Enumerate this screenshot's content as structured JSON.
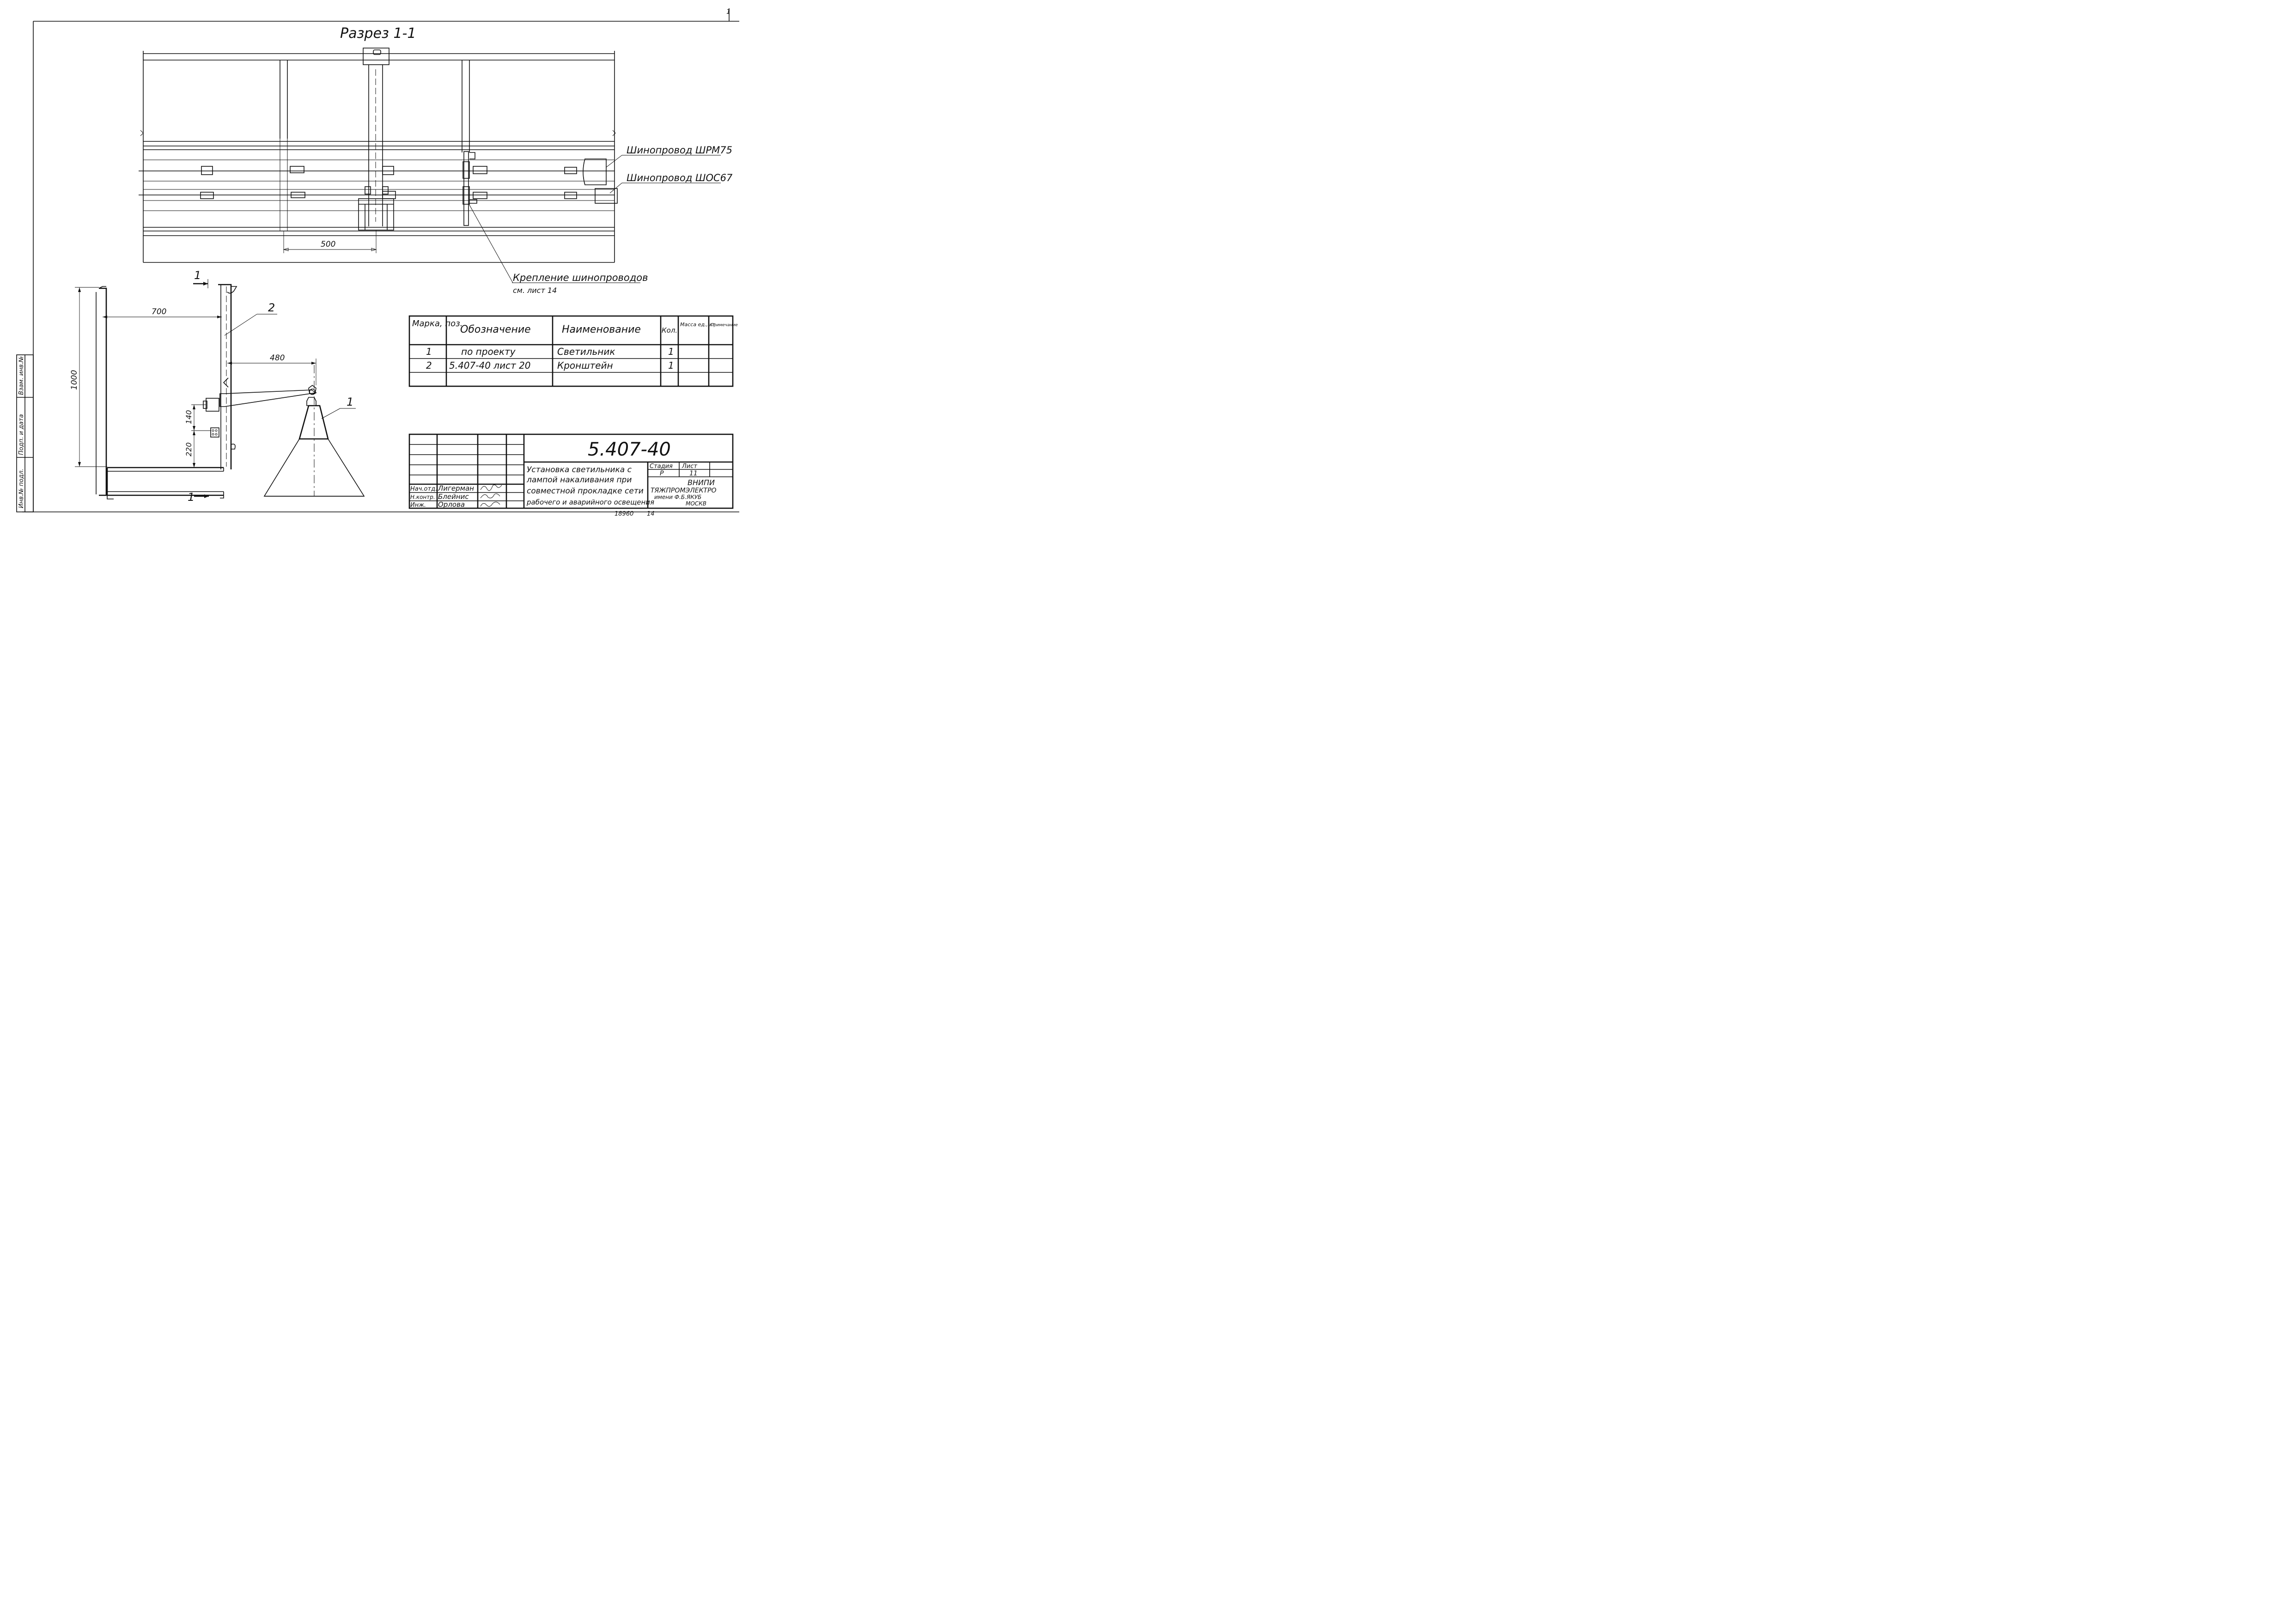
{
  "sheet": {
    "section_title": "Разрез 1-1",
    "corner_mark": "1"
  },
  "section_view": {
    "dimension_500": "500",
    "label_bus_rm": "Шинопровод ШРМ75",
    "label_bus_os": "Шинопровод ШОС67",
    "label_fastening": "Крепление шинопроводов",
    "label_fastening_ref": "см. лист 14"
  },
  "side_view": {
    "dim_1000": "1000",
    "dim_700": "700",
    "dim_480": "480",
    "dim_140": "140",
    "dim_220": "220",
    "cut_mark_top": "1",
    "cut_mark_bottom": "1",
    "pos_callout_2": "2",
    "pos_callout_1": "1"
  },
  "spec_table": {
    "headers": [
      "Марка, поз.",
      "Обозначение",
      "Наименование",
      "Кол.",
      "Масса ед., кг",
      "Примечание"
    ],
    "rows": [
      [
        "1",
        "по проекту",
        "Светильник",
        "1",
        "",
        ""
      ],
      [
        "2",
        "5.407-40 лист 20",
        "Кронштейн",
        "1",
        "",
        ""
      ],
      [
        "",
        "",
        "",
        "",
        "",
        ""
      ]
    ]
  },
  "title_block": {
    "doc_number": "5.407-40",
    "description_lines": [
      "Установка светильника с",
      "лампой накаливания при",
      "совместной прокладке сети",
      "рабочего и аварийного освещения"
    ],
    "stage_header": "Стадия",
    "stage_value": "Р",
    "sheet_header": "Лист",
    "sheet_value": "11",
    "org_lines": [
      "ВНИПИ",
      "ТЯЖПРОМЭЛЕКТРО",
      "имени Ф.Б.ЯКУБ",
      "МОСКВ"
    ],
    "signatures": [
      {
        "role": "Нач.отд.",
        "name": "Лигерман"
      },
      {
        "role": "Н.контр.",
        "name": "Блейнис"
      },
      {
        "role": "Инж.",
        "name": "Орлова"
      }
    ],
    "bottom_note_left": "18960",
    "bottom_note_right": "14"
  },
  "side_stamp": [
    "Инв.№ подл.",
    "Подп. и дата",
    "Взам. инв.№"
  ]
}
